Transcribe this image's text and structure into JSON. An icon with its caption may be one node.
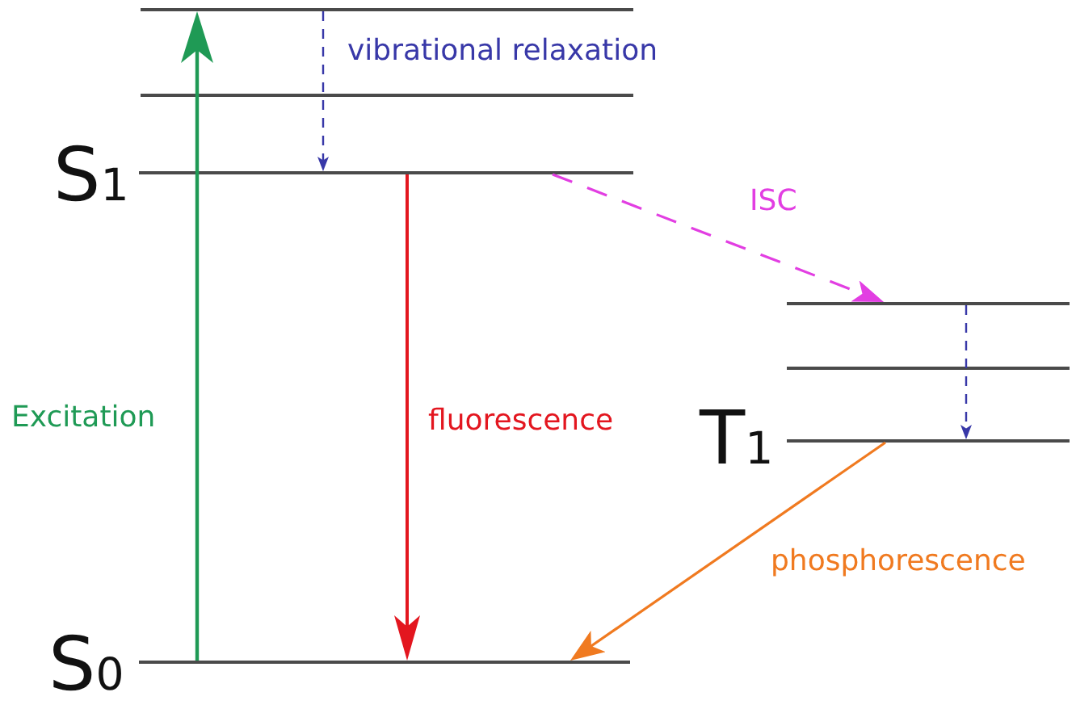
{
  "diagram": {
    "nodes": [
      {
        "text": [],
        "shape": "bar"
      },
      {
        "text": [],
        "shape": "bar"
      },
      {
        "text": [],
        "shape": "bar",
        "beside": [
          "S$_{1}$"
        ]
      },
      {
        "text": [],
        "shape": "bar"
      },
      {
        "text": [],
        "shape": "bar"
      },
      {
        "text": [],
        "shape": "bar",
        "beside": [
          "T$_{1}$"
        ]
      },
      {
        "text": [],
        "shape": "bar",
        "beside": [
          "S$_{0}$"
        ]
      }
    ],
    "edges": [
      {
        "from": 6,
        "to": 0,
        "arrow": "to",
        "label": "Excitation",
        "color": "#1f9a55"
      },
      {
        "from": 0,
        "to": 2,
        "arrow": "to",
        "label": "vibrational relaxation",
        "style": "dashed",
        "color": "#3838a8"
      },
      {
        "from": 2,
        "to": 6,
        "arrow": "to",
        "label": "fluorescence",
        "color": "#e3161f"
      },
      {
        "from": 2,
        "to": 3,
        "arrow": "to",
        "label": "ISC",
        "style": "dashed",
        "color": "#e23ee2"
      },
      {
        "from": 3,
        "to": 5,
        "arrow": "to",
        "style": "dashed",
        "color": "#3838a8"
      },
      {
        "from": 5,
        "to": 6,
        "arrow": "to",
        "label": "phosphorescence",
        "color": "#f07a20"
      }
    ]
  }
}
